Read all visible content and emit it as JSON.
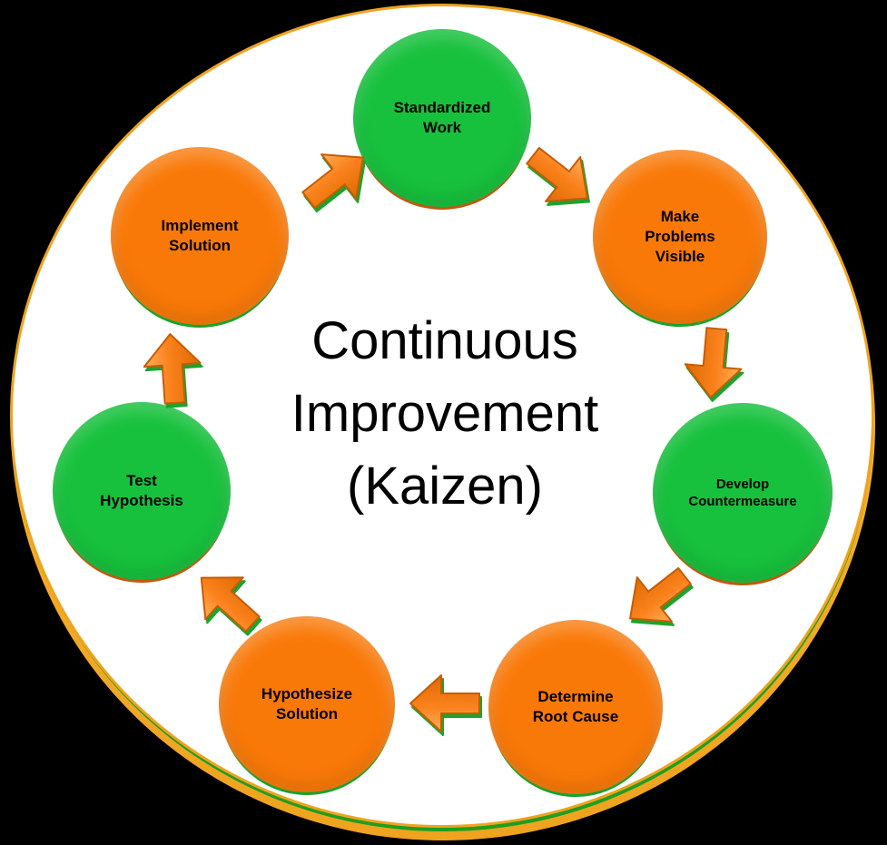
{
  "diagram": {
    "title_lines": [
      "Continuous",
      "Improvement",
      "(Kaizen)"
    ],
    "steps": [
      {
        "name": "standardized-work",
        "label": "Standardized\nWork",
        "color": "green"
      },
      {
        "name": "make-problems-visible",
        "label": "Make\nProblems\nVisible",
        "color": "orange"
      },
      {
        "name": "develop-countermeasure",
        "label": "Develop\nCountermeasure",
        "color": "green"
      },
      {
        "name": "determine-root-cause",
        "label": "Determine\nRoot Cause",
        "color": "orange"
      },
      {
        "name": "hypothesize-solution",
        "label": "Hypothesize\nSolution",
        "color": "orange"
      },
      {
        "name": "test-hypothesis",
        "label": "Test\nHypothesis",
        "color": "green"
      },
      {
        "name": "implement-solution",
        "label": "Implement\nSolution",
        "color": "orange"
      }
    ],
    "arrows": [
      {
        "name": "arrow-implement-to-standardized",
        "direction": "up-right"
      },
      {
        "name": "arrow-standardized-to-problems",
        "direction": "down-right"
      },
      {
        "name": "arrow-problems-to-countermeasure",
        "direction": "down"
      },
      {
        "name": "arrow-countermeasure-to-rootcause",
        "direction": "down-left"
      },
      {
        "name": "arrow-rootcause-to-hypothesize",
        "direction": "left"
      },
      {
        "name": "arrow-hypothesize-to-test",
        "direction": "up-left"
      },
      {
        "name": "arrow-test-to-implement",
        "direction": "up"
      }
    ],
    "colors": {
      "step_green": "#17C13D",
      "step_orange": "#F97908",
      "arrow_orange": "#F57C00",
      "ring_gold": "#EFA31F",
      "ring_green": "#1F9E1F",
      "ring_fill": "#FFFFFF",
      "text": "#000000",
      "background": "#000000"
    }
  }
}
